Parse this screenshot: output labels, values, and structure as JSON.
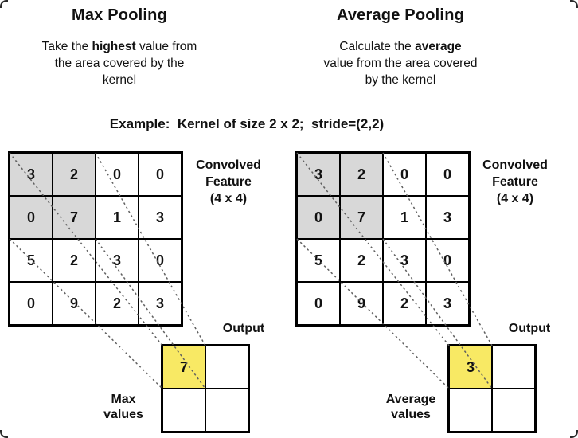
{
  "page": {
    "example_caption": "Example:  Kernel of size 2 x 2;  stride=(2,2)"
  },
  "colors": {
    "cell_shaded": "#d8d8d8",
    "cell_highlight": "#f8e964",
    "dash_line": "#606060",
    "grid_border": "#000000"
  },
  "panels": {
    "max": {
      "title": "Max Pooling",
      "description": {
        "pre": "Take the ",
        "bold": "highest",
        "post": " value from\nthe area covered by the\nkernel"
      },
      "matrix_label_lines": [
        "Convolved",
        "Feature",
        "(4 x 4)"
      ],
      "matrix": [
        [
          3,
          2,
          0,
          0
        ],
        [
          0,
          7,
          1,
          3
        ],
        [
          5,
          2,
          3,
          0
        ],
        [
          0,
          9,
          2,
          3
        ]
      ],
      "output_label": "Output",
      "output_value": 7,
      "values_label_lines": [
        "Max",
        "values"
      ]
    },
    "avg": {
      "title": "Average Pooling",
      "description": {
        "pre": "Calculate the ",
        "bold": "average",
        "post": "\nvalue from the area covered\nby the kernel"
      },
      "matrix_label_lines": [
        "Convolved",
        "Feature",
        "(4 x 4)"
      ],
      "matrix": [
        [
          3,
          2,
          0,
          0
        ],
        [
          0,
          7,
          1,
          3
        ],
        [
          5,
          2,
          3,
          0
        ],
        [
          0,
          9,
          2,
          3
        ]
      ],
      "output_label": "Output",
      "output_value": 3,
      "values_label_lines": [
        "Average",
        "values"
      ]
    }
  }
}
